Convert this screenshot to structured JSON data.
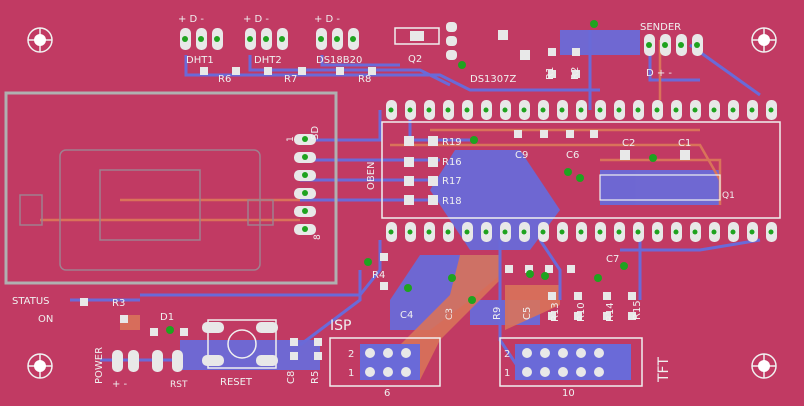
{
  "colors": {
    "board": "#c13a63",
    "copper_top": "#d9735a",
    "copper_bottom": "#6a6ad8",
    "pad": "#e8e8e8",
    "silk": "#f0f0f0",
    "outline": "#b0b0b0",
    "via": "#1fa31f"
  },
  "connectors": {
    "dht1": {
      "name": "DHT1",
      "pins": "+ D -"
    },
    "dht2": {
      "name": "DHT2",
      "pins": "+ D -"
    },
    "ds18b20": {
      "name": "DS18B20",
      "pins": "+ D -"
    },
    "sender": {
      "name": "SENDER",
      "pins": "D +  -"
    },
    "sd": {
      "name": "SD",
      "pin1": "1",
      "pin8": "8"
    },
    "isp": {
      "name": "ISP",
      "pin1": "1",
      "pin2": "2",
      "count": "6"
    },
    "tft": {
      "name": "TFT",
      "pin1": "1",
      "pin2": "2",
      "count": "10"
    },
    "power": {
      "name": "POWER",
      "pins": "+ -",
      "rst": "RST"
    },
    "status": {
      "name": "STATUS",
      "on": "ON"
    }
  },
  "components": {
    "q2": "Q2",
    "ds1307": "DS1307Z",
    "r1": "R1",
    "r2": "R2",
    "r3": "R3",
    "r4": "R4",
    "r5": "R5",
    "r6": "R6",
    "r7": "R7",
    "r8": "R8",
    "r9": "R9",
    "r10": "R10",
    "r13": "R13",
    "r14": "R14",
    "r15": "R15",
    "r16": "R16",
    "r17": "R17",
    "r18": "R18",
    "r19": "R19",
    "c1": "C1",
    "c2": "C2",
    "c3": "C3",
    "c4": "C4",
    "c5": "C5",
    "c6": "C6",
    "c7": "C7",
    "c8": "C8",
    "c9": "C9",
    "q1": "Q1",
    "d1": "D1",
    "oben": "OBEN",
    "reset": "RESET"
  }
}
